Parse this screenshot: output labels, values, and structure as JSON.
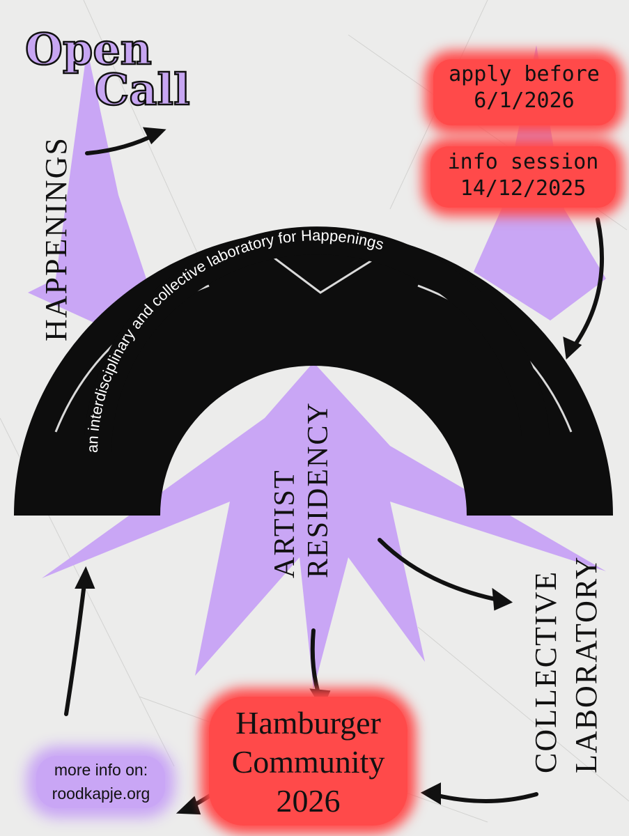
{
  "title": {
    "line1": "Open",
    "line2": "Call"
  },
  "deadline": {
    "line1": "apply before",
    "line2": "6/1/2026"
  },
  "info_session": {
    "line1": "info session",
    "line2": "14/12/2025"
  },
  "arch_text": "an interdisciplinary and collective laboratory for Happenings",
  "vertical_labels": {
    "happenings": "HAPPENINGS",
    "artist": "ARTIST",
    "residency": "RESIDENCY",
    "collective": "COLLECTIVE",
    "laboratory": "LABORATORY"
  },
  "event": {
    "line1": "Hamburger",
    "line2": "Community",
    "line3": "2026"
  },
  "more_info": {
    "label": "more info on:",
    "url": "roodkapje.org"
  },
  "colors": {
    "purple": "#c9a6f5",
    "red": "#ff4a4a",
    "black": "#111111",
    "background": "#ececeb"
  }
}
